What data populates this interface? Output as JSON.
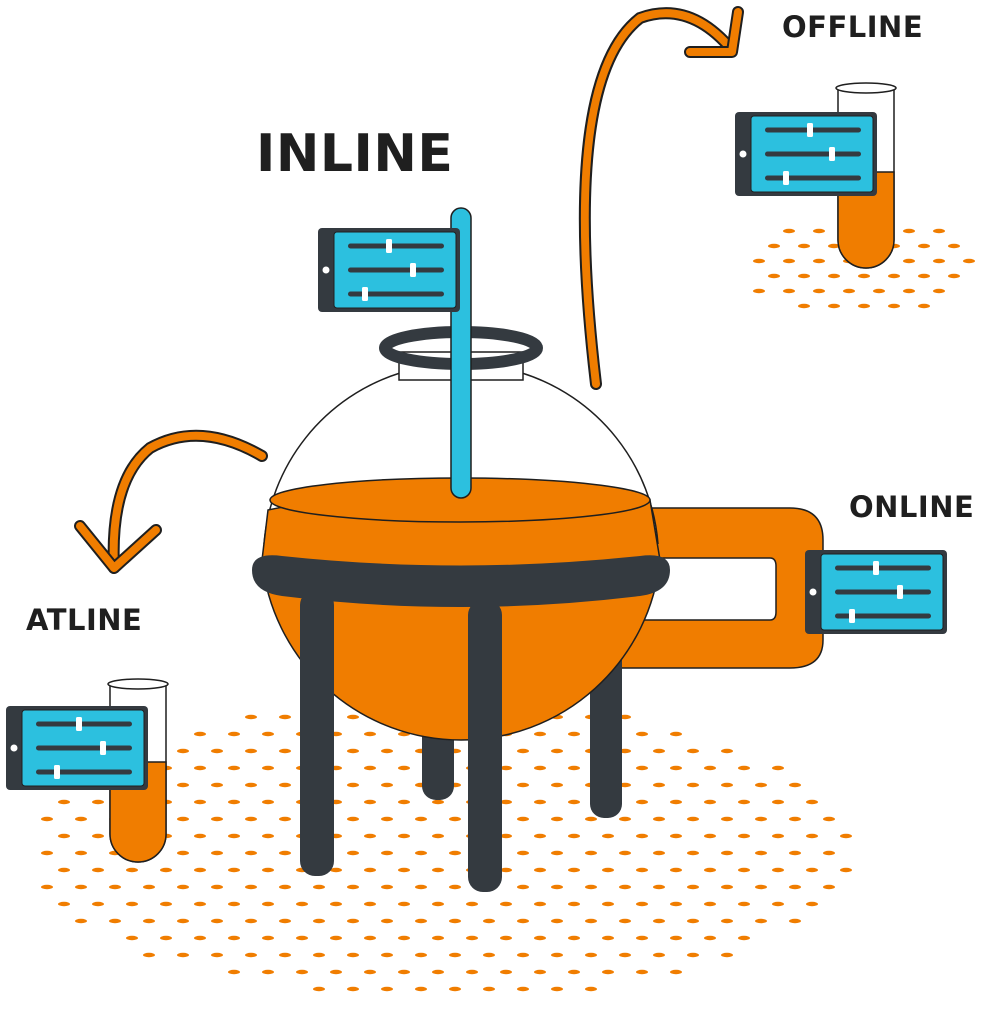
{
  "labels": {
    "inline": "INLINE",
    "offline": "OFFLINE",
    "online": "ONLINE",
    "atline": "ATLINE"
  },
  "colors": {
    "orange": "#f07d00",
    "cyan": "#2cc0df",
    "dark": "#343a40",
    "outline": "#1f1f1f",
    "white": "#ffffff"
  },
  "icons": {
    "reactor": "reactor-vessel-icon",
    "probe": "inline-probe-icon",
    "device": "analyzer-tablet-icon",
    "test_tube": "sample-test-tube-icon",
    "arrow": "curved-arrow-icon"
  }
}
